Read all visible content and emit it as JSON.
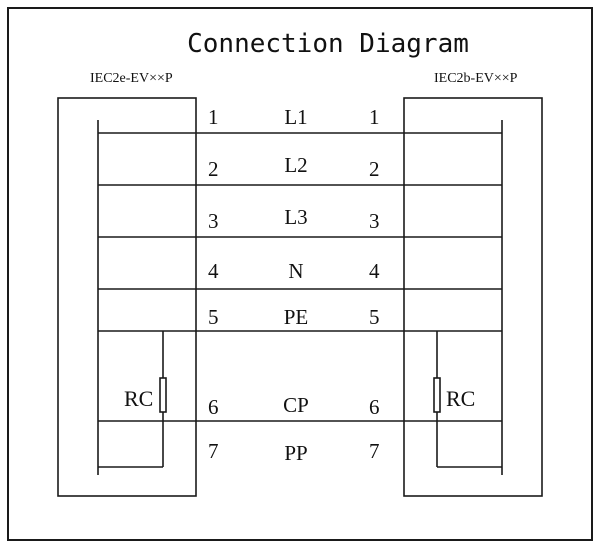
{
  "title": "Connection Diagram",
  "left_connector": "IEC2e-EV××P",
  "right_connector": "IEC2b-EV××P",
  "rows": [
    {
      "left_pin": "1",
      "signal": "L1",
      "right_pin": "1"
    },
    {
      "left_pin": "2",
      "signal": "L2",
      "right_pin": "2"
    },
    {
      "left_pin": "3",
      "signal": "L3",
      "right_pin": "3"
    },
    {
      "left_pin": "4",
      "signal": "N",
      "right_pin": "4"
    },
    {
      "left_pin": "5",
      "signal": "PE",
      "right_pin": "5"
    },
    {
      "left_pin": "6",
      "signal": "CP",
      "right_pin": "6"
    },
    {
      "left_pin": "7",
      "signal": "PP",
      "right_pin": "7"
    }
  ],
  "left_resistor_label": "RC",
  "right_resistor_label": "RC"
}
